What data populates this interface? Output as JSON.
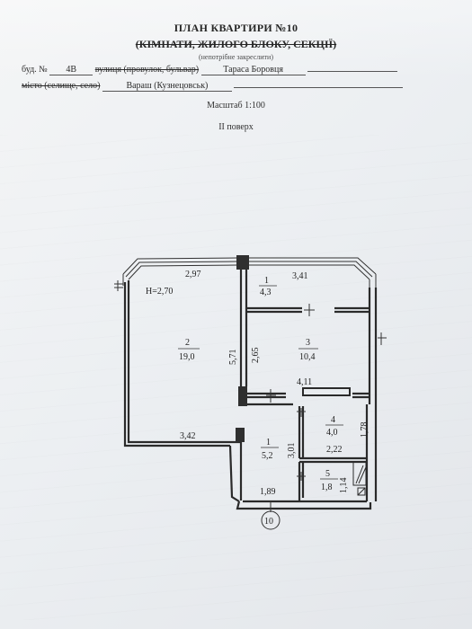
{
  "header": {
    "title": "ПЛАН КВАРТИРИ №10",
    "subtitle": "(КІМНАТИ, ЖИЛОГО БЛОКУ, СЕКЦІЇ)",
    "note": "(непотрібне закреслити)"
  },
  "address": {
    "building_prefix": "буд. №",
    "building_number": "4В",
    "street_prefix": "вулиця (провулок, бульвар)",
    "street": "Тараса Боровця",
    "city_prefix": "місто (селище, село)",
    "city": "Вараш (Кузнецовськ)"
  },
  "scale": "Масштаб 1:100",
  "floor": "II поверх",
  "plan": {
    "height_label": "H=2,70",
    "rooms": [
      {
        "number": "1",
        "area": "4,3"
      },
      {
        "number": "2",
        "area": "19,0"
      },
      {
        "number": "3",
        "area": "10,4"
      },
      {
        "number": "1",
        "area": "5,2"
      },
      {
        "number": "4",
        "area": "4,0"
      },
      {
        "number": "5",
        "area": "1,8"
      }
    ],
    "dimensions": {
      "balcony_left": "2,97",
      "balcony_right": "3,41",
      "room2_height": "5,71",
      "room3_height": "2,65",
      "room3_bottom": "4,11",
      "room2_bottom": "3,42",
      "hall_height": "3,01",
      "room4_height": "1,78",
      "room4_bottom": "2,22",
      "room5_height": "1,14",
      "hall_bottom": "1,89"
    },
    "axis_label": "10"
  }
}
